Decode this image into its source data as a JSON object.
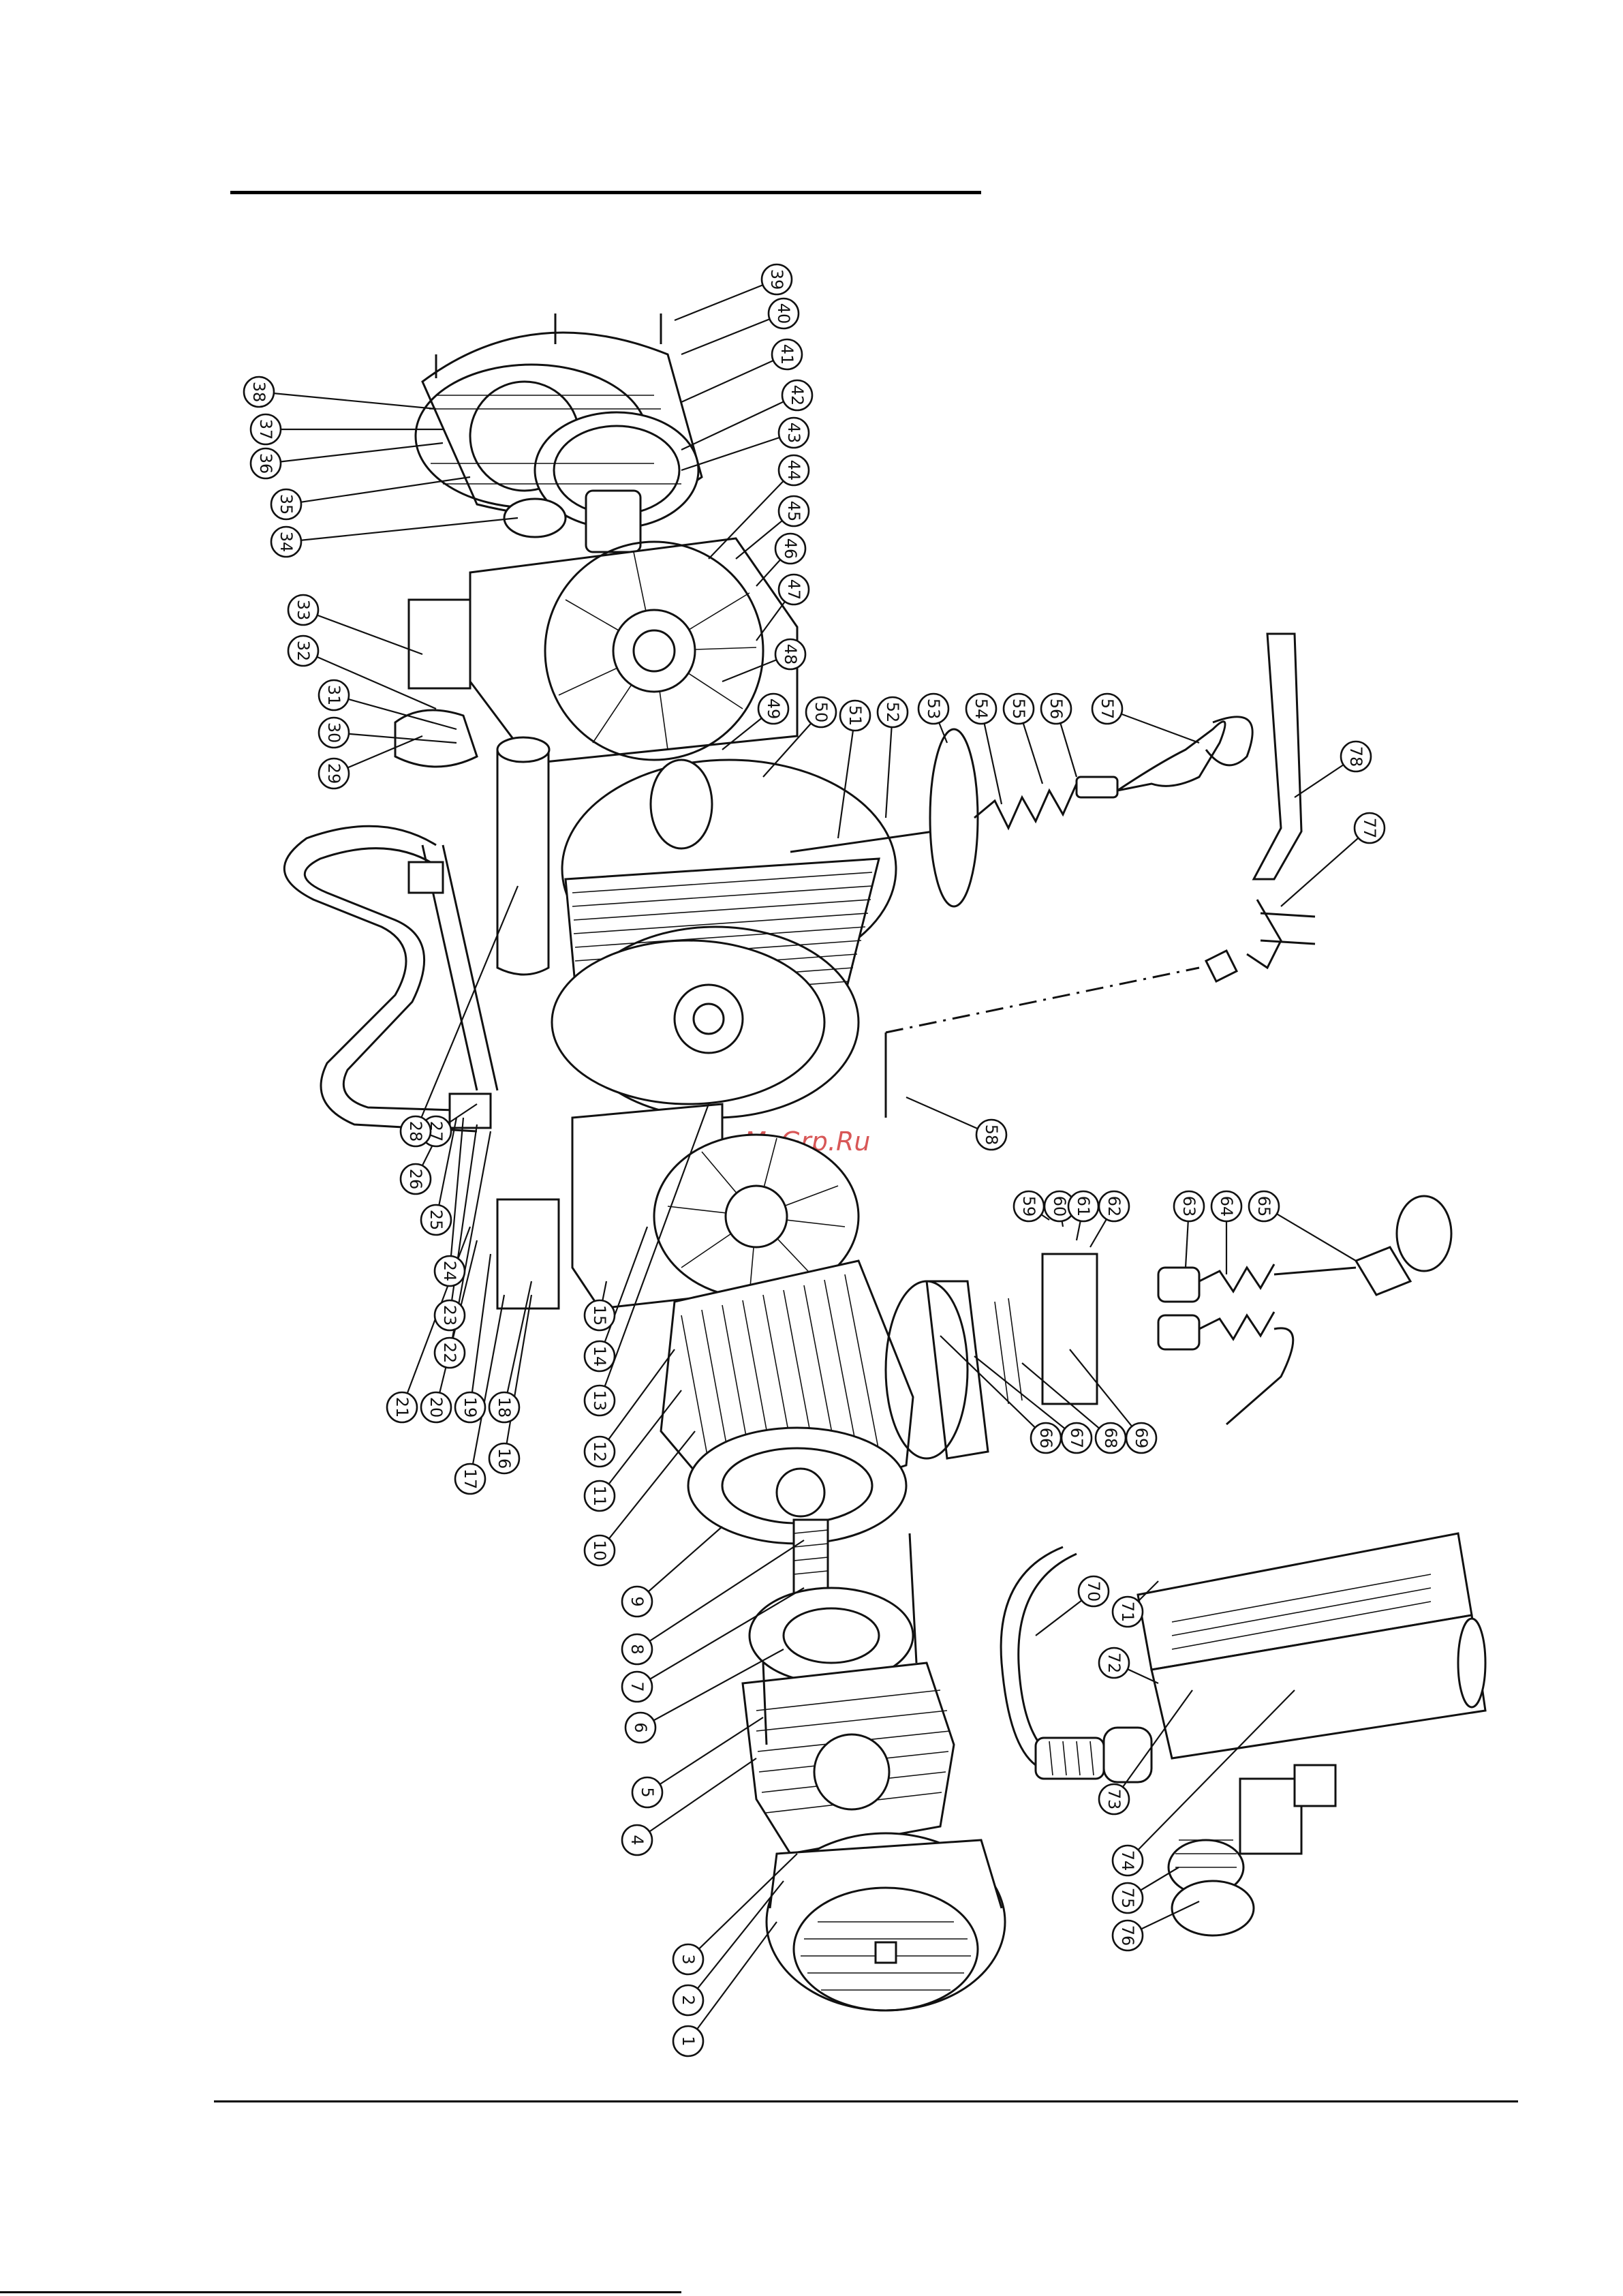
{
  "watermark": "McGrp.Ru",
  "callouts": [
    "1",
    "2",
    "3",
    "4",
    "5",
    "6",
    "7",
    "8",
    "9",
    "10",
    "11",
    "12",
    "13",
    "14",
    "15",
    "16",
    "17",
    "18",
    "19",
    "20",
    "21",
    "22",
    "23",
    "24",
    "25",
    "26",
    "27",
    "28",
    "29",
    "30",
    "31",
    "32",
    "33",
    "34",
    "35",
    "36",
    "37",
    "38",
    "39",
    "40",
    "41",
    "42",
    "43",
    "44",
    "45",
    "46",
    "47",
    "48",
    "49",
    "50",
    "51",
    "52",
    "53",
    "54",
    "55",
    "56",
    "57",
    "58",
    "59",
    "60",
    "61",
    "62",
    "63",
    "64",
    "65",
    "66",
    "67",
    "68",
    "69",
    "70",
    "71",
    "72",
    "73",
    "74",
    "75",
    "76",
    "77",
    "78"
  ]
}
